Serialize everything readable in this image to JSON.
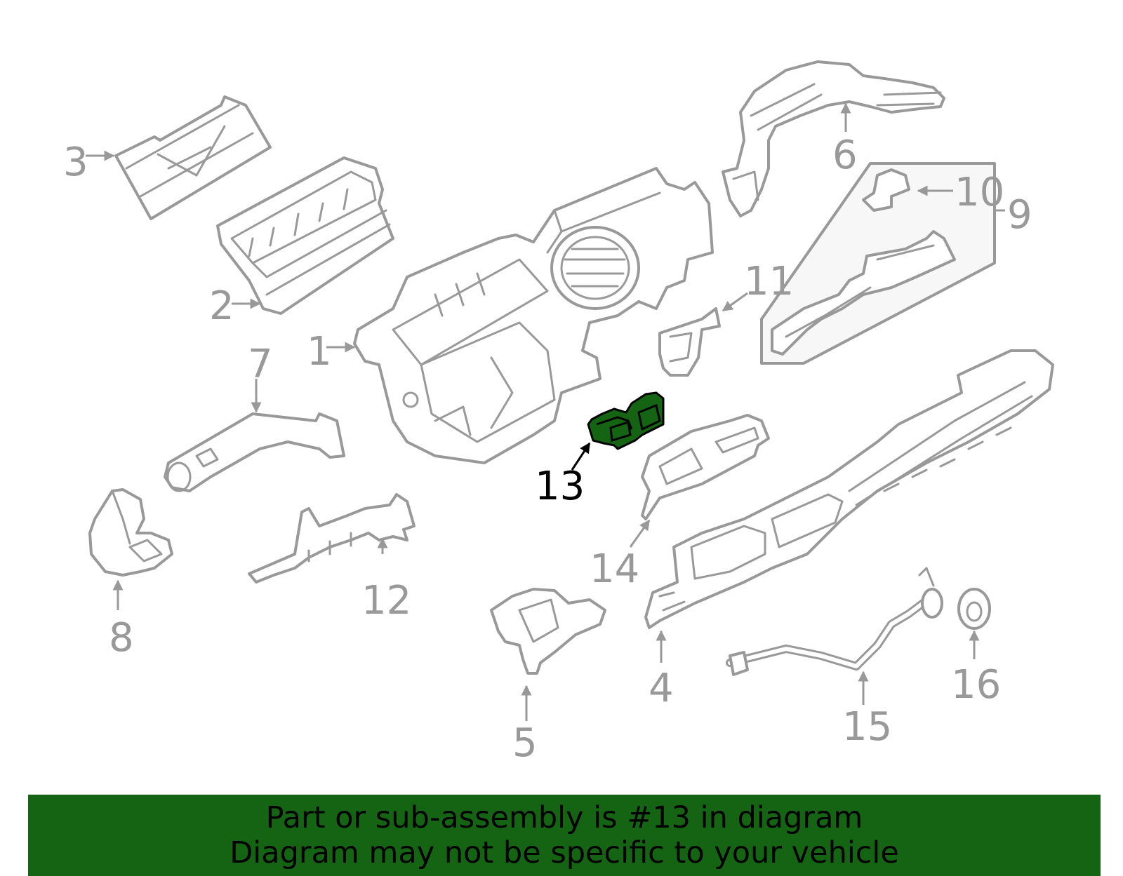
{
  "diagram": {
    "highlight_color": "#146414",
    "line_color": "#999999",
    "highlighted_part": "13",
    "callouts": [
      "1",
      "2",
      "3",
      "4",
      "5",
      "6",
      "7",
      "8",
      "9",
      "10",
      "11",
      "12",
      "13",
      "14",
      "15",
      "16"
    ]
  },
  "footer": {
    "line1": "Part or sub-assembly is #13 in diagram",
    "line2": "Diagram may not be specific to your vehicle"
  }
}
